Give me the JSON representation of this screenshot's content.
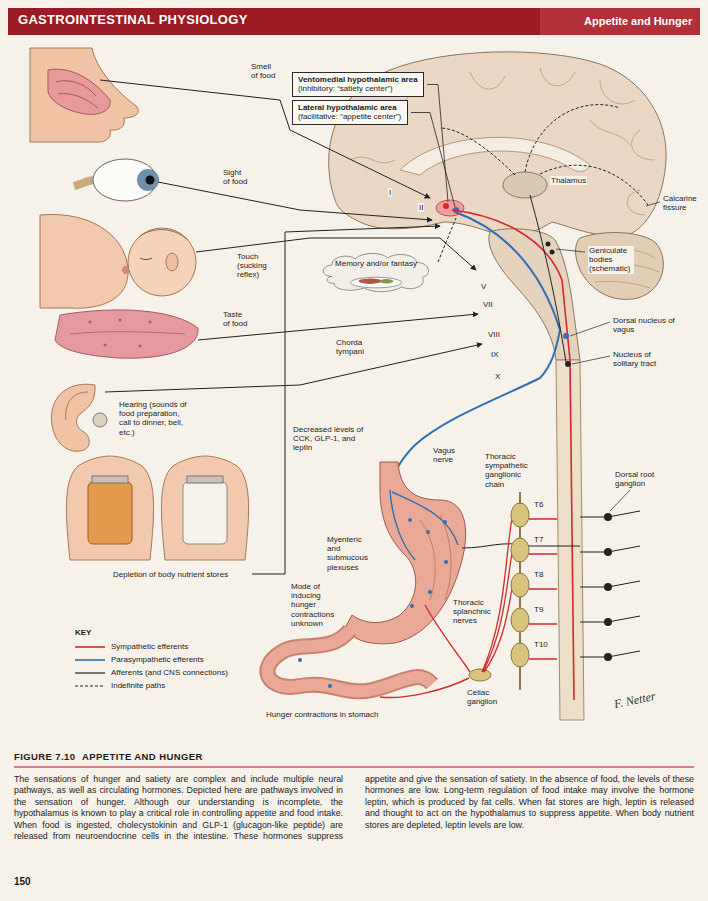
{
  "diagram": {
    "title": "GASTROINTESTINAL PHYSIOLOGY",
    "caption": "The sensations of hunger and satiety are complex and include multiple neural pathways, as well as circulating hormones. Depicted here are pathways involved in the sensation of hunger. Although our understanding is incomplete, the hypothalamus is known to play a critical role in controlling appetite and food intake. When food is ingested, cholecystokinin and GLP-1 (glucagon-like peptide) are released from neuroendocrine cells in the intestine. These hormones suppress appetite and give the sensation of satiety. In the absence of food, the levels of these hormones are low. Long-term regulation of food intake may involve the hormone leptin, which is produced by fat cells. When fat stores are high, leptin is released and thought to act on the hypothalamus to suppress appetite. When body nutrient stores are depleted, leptin levels are low.",
    "nodes": [
      {
        "text": [
          "Ventomedial hypothalamic area",
          "(inhibitory: “satiety center”)"
        ]
      },
      {
        "text": [
          "Lateral hypothalamic area",
          "(facilitative: “appetite center”)"
        ]
      },
      {
        "text": [
          "Memory and/or fantasy"
        ]
      }
    ],
    "labels": [
      "Appetite and Hunger",
      "Smell of food",
      "Sight of food",
      "Touch (sucking reflex)",
      "Taste of food",
      "Chorda tympani",
      "Hearing (sounds of food preparation, call to dinner, bell, etc.)",
      "Decreased levels of CCK, GLP-1, and leptin",
      "Depletion of body nutrient stores",
      "Thalamus",
      "Calcarine fissure",
      "Geniculate bodies (schematic)",
      "Dorsal nucleus of vagus",
      "Nucleus of solitary tract",
      "Vagus nerve",
      "Thoracic sympathetic ganglionic chain",
      "Dorsal root ganglion",
      "Myenteric and submucous plexuses",
      "Mode of inducing hunger contractions unknown",
      "Thoracic splanchnic nerves",
      "Celiac ganglion",
      "Hunger contractions in stomach",
      "T6",
      "T7",
      "T8",
      "T9",
      "T10",
      "I",
      "II",
      "V",
      "VII",
      "VIII",
      "IX",
      "X",
      "KEY",
      "FIGURE 7.10",
      "APPETITE AND HUNGER",
      "150",
      "F. Netter"
    ],
    "legend": [
      {
        "text": "Sympathetic efferents"
      },
      {
        "text": "Parasympathetic efferents"
      },
      {
        "text": "Afferents (and CNS connections)"
      },
      {
        "text": "Indefinite paths"
      }
    ]
  }
}
